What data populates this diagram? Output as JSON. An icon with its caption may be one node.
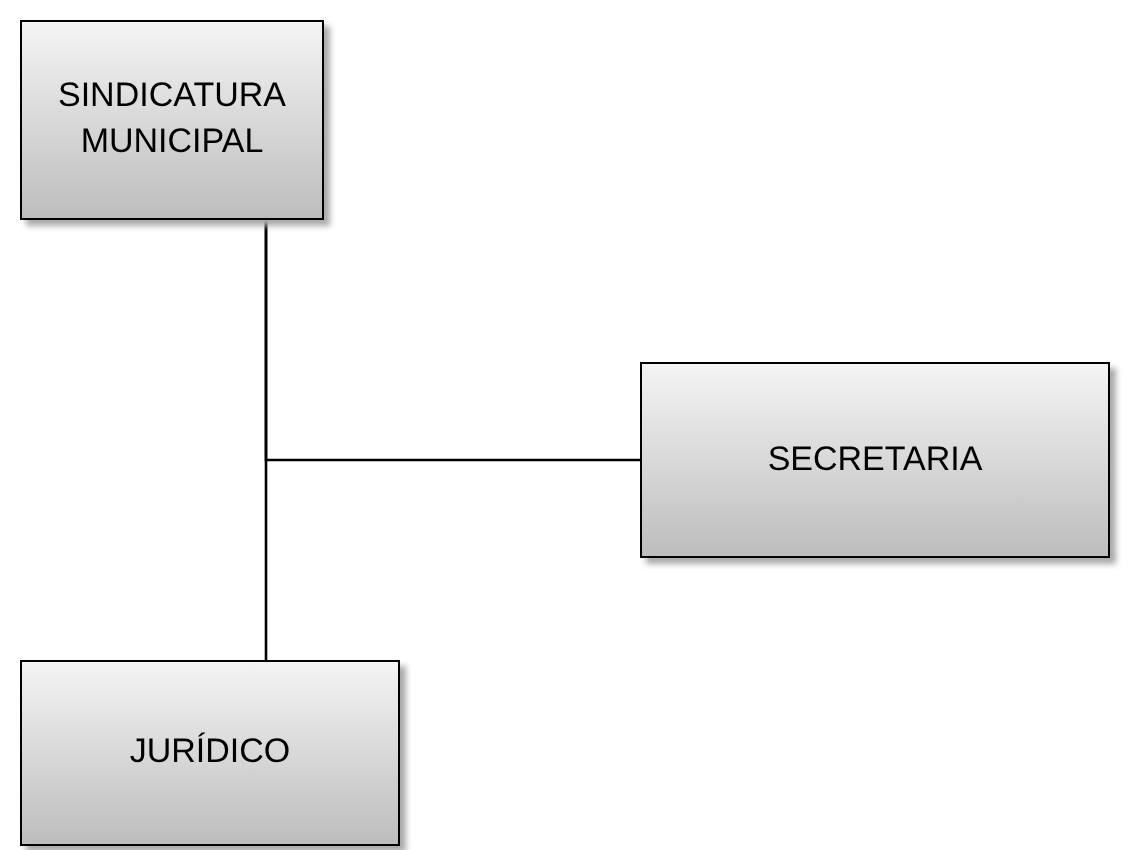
{
  "diagram": {
    "nodes": [
      {
        "text": [
          "SINDICATURA MUNICIPAL"
        ]
      },
      {
        "text": [
          "SECRETARIA"
        ]
      },
      {
        "text": [
          "JURÍDICO"
        ]
      }
    ],
    "edges": [
      {
        "from": 0,
        "to": 1,
        "arrow": "none"
      },
      {
        "from": 0,
        "to": 2,
        "arrow": "none"
      }
    ]
  }
}
